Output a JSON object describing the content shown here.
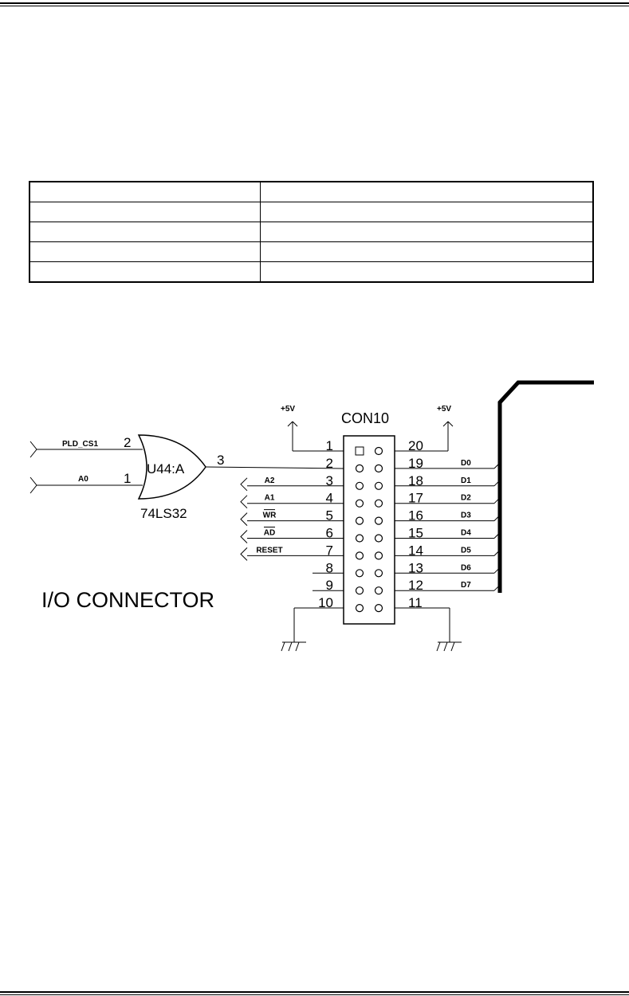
{
  "table": {
    "rows": [
      {
        "c1": "",
        "c2": ""
      },
      {
        "c1": "",
        "c2": ""
      },
      {
        "c1": "",
        "c2": ""
      },
      {
        "c1": "",
        "c2": ""
      },
      {
        "c1": "",
        "c2": ""
      }
    ]
  },
  "schematic": {
    "title": "I/O CONNECTOR",
    "connector_ref": "CON10",
    "gate_ref": "U44:A",
    "gate_part": "74LS32",
    "power_left": "+5V",
    "power_right": "+5V",
    "gate_inputs": [
      {
        "signal": "PLD_CS1",
        "pin": "2"
      },
      {
        "signal": "A0",
        "pin": "1"
      }
    ],
    "gate_output_pin": "3",
    "left_pins": [
      "1",
      "2",
      "3",
      "4",
      "5",
      "6",
      "7",
      "8",
      "9",
      "10"
    ],
    "right_pins": [
      "20",
      "19",
      "18",
      "17",
      "16",
      "15",
      "14",
      "13",
      "12",
      "11"
    ],
    "left_signals": [
      "A2",
      "A1",
      "WR",
      "AD",
      "RESET"
    ],
    "right_signals": [
      "D0",
      "D1",
      "D2",
      "D3",
      "D4",
      "D5",
      "D6",
      "D7"
    ]
  }
}
